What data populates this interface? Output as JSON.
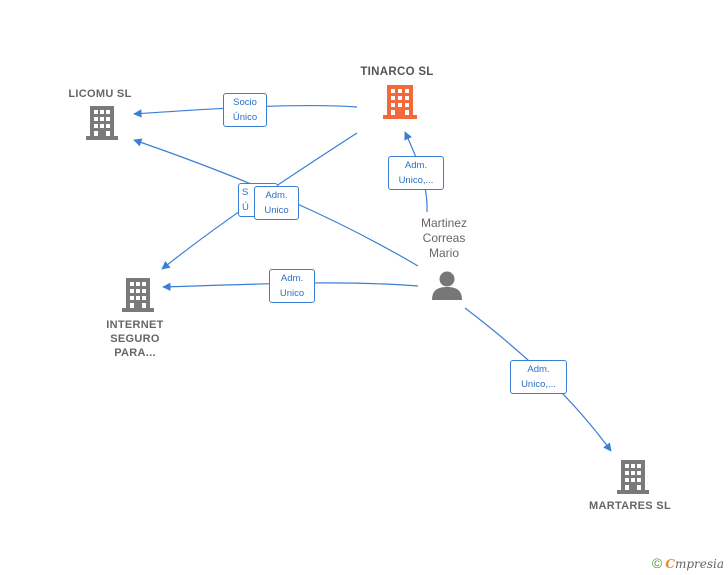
{
  "nodes": {
    "tinarco": {
      "label": "TINARCO  SL",
      "color": "#f26a3b"
    },
    "licomu": {
      "label": "LICOMU  SL",
      "color": "#7a7a7a"
    },
    "internet": {
      "label_lines": [
        "INTERNET",
        "SEGURO",
        "PARA..."
      ],
      "color": "#7a7a7a"
    },
    "martares": {
      "label": "MARTARES  SL",
      "color": "#7a7a7a"
    },
    "person": {
      "name_lines": [
        "Martinez",
        "Correas",
        "Mario"
      ],
      "color": "#777777"
    }
  },
  "edges": {
    "socio_unico": [
      "Socio",
      "Único"
    ],
    "adm_tinarco": [
      "Adm.",
      "Unico,..."
    ],
    "overlap_back": [
      "S",
      "Ú"
    ],
    "adm_licomu": [
      "Adm.",
      "Unico"
    ],
    "adm_internet": [
      "Adm.",
      "Unico"
    ],
    "adm_martares": [
      "Adm.",
      "Unico,..."
    ]
  },
  "colors": {
    "edge": "#3a7fd5",
    "label_text": "#2a6fc7"
  },
  "footer": {
    "copyright": "©",
    "brand_first": "C",
    "brand_rest": "mpresia"
  }
}
